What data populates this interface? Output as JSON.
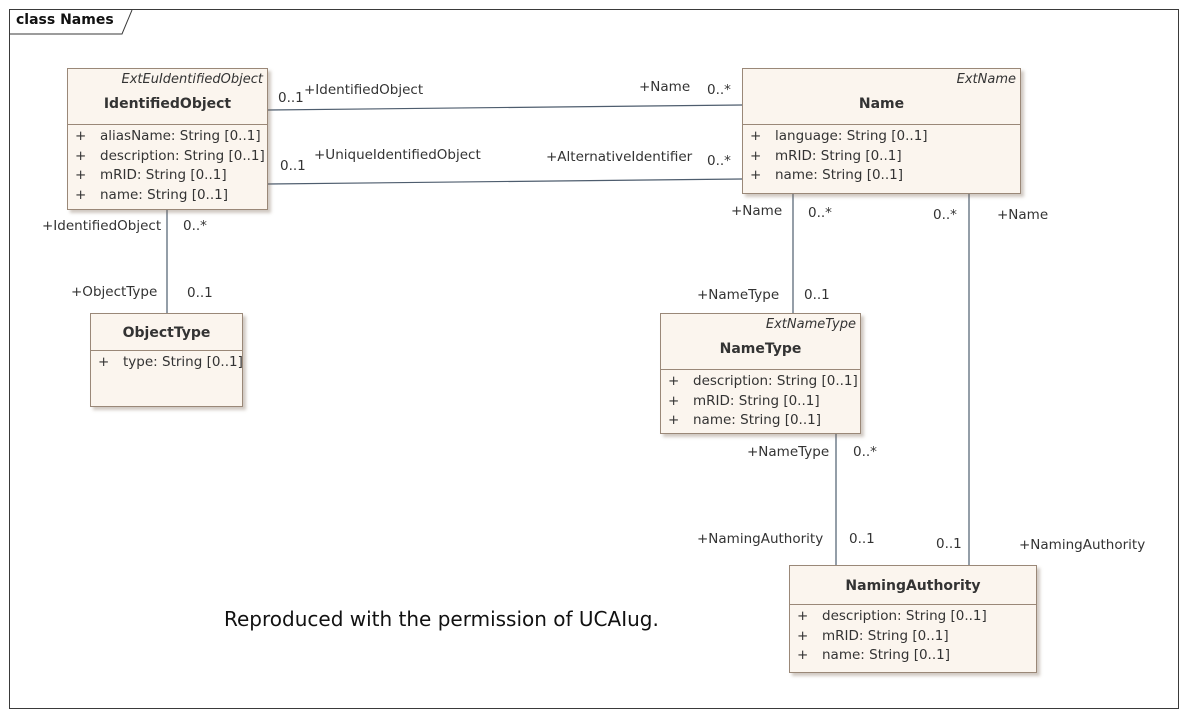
{
  "diagram": {
    "frame_title": "class Names",
    "note": "Reproduced with the permission of UCAIug.",
    "line_color": "#4e5d6e",
    "class_fill": "#fbf5ee",
    "class_border": "#9a8878"
  },
  "classes": {
    "identified_object": {
      "stereotype": "ExtEuIdentifiedObject",
      "name": "IdentifiedObject",
      "attributes": [
        {
          "vis": "+",
          "text": "aliasName: String [0..1]"
        },
        {
          "vis": "+",
          "text": "description: String [0..1]"
        },
        {
          "vis": "+",
          "text": "mRID: String [0..1]"
        },
        {
          "vis": "+",
          "text": "name: String [0..1]"
        }
      ]
    },
    "name": {
      "stereotype": "ExtName",
      "name": "Name",
      "attributes": [
        {
          "vis": "+",
          "text": "language: String [0..1]"
        },
        {
          "vis": "+",
          "text": "mRID: String [0..1]"
        },
        {
          "vis": "+",
          "text": "name: String [0..1]"
        }
      ]
    },
    "object_type": {
      "stereotype": "",
      "name": "ObjectType",
      "attributes": [
        {
          "vis": "+",
          "text": "type: String [0..1]"
        }
      ]
    },
    "name_type": {
      "stereotype": "ExtNameType",
      "name": "NameType",
      "attributes": [
        {
          "vis": "+",
          "text": "description: String [0..1]"
        },
        {
          "vis": "+",
          "text": "mRID: String [0..1]"
        },
        {
          "vis": "+",
          "text": "name: String [0..1]"
        }
      ]
    },
    "naming_authority": {
      "stereotype": "",
      "name": "NamingAuthority",
      "attributes": [
        {
          "vis": "+",
          "text": "description: String [0..1]"
        },
        {
          "vis": "+",
          "text": "mRID: String [0..1]"
        },
        {
          "vis": "+",
          "text": "name: String [0..1]"
        }
      ]
    }
  },
  "associations": {
    "io_name": {
      "role_a": "+IdentifiedObject",
      "mult_a": "0..1",
      "role_b": "+Name",
      "mult_b": "0..*"
    },
    "io_alt": {
      "role_a": "+UniqueIdentifiedObject",
      "mult_a": "0..1",
      "role_b": "+AlternativeIdentifier",
      "mult_b": "0..*"
    },
    "io_type": {
      "role_a": "+IdentifiedObject",
      "mult_a": "0..*",
      "role_b": "+ObjectType",
      "mult_b": "0..1"
    },
    "name_nametype": {
      "role_a": "+Name",
      "mult_a": "0..*",
      "role_b": "+NameType",
      "mult_b": "0..1"
    },
    "name_authority": {
      "role_a": "+Name",
      "mult_a": "0..*",
      "role_b": "+NamingAuthority",
      "mult_b": "0..1"
    },
    "nametype_authority": {
      "role_a": "+NameType",
      "mult_a": "0..*",
      "role_b": "+NamingAuthority",
      "mult_b": "0..1"
    }
  }
}
